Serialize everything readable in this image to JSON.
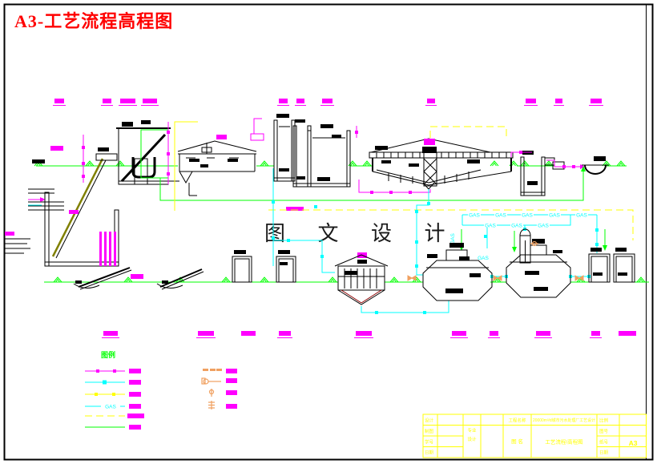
{
  "header": {
    "title": "A3-工艺流程高程图",
    "title_color": "#FF0000"
  },
  "watermark": {
    "text": "图 文 设 计"
  },
  "labels": {
    "gas": "GAS"
  },
  "legend": {
    "title": "图例",
    "gas_text": "GAS",
    "line_items": [
      {
        "name": "sewage-line-magenta-with-square-markers",
        "color": "#FF00FF"
      },
      {
        "name": "supernatant-line-cyan-with-square-marker",
        "color": "#00FFFF"
      },
      {
        "name": "sludge-line-yellow-with-square-markers",
        "color": "#FFFF00"
      },
      {
        "name": "biogas-line-cyan-with-GAS-text",
        "color": "#00FFFF"
      },
      {
        "name": "dashed-line-yellow",
        "color": "#FFFF00"
      },
      {
        "name": "ground-line-green",
        "color": "#00FF00"
      }
    ],
    "symbol_items": [
      {
        "name": "gate-symbol",
        "color": "#F0A060"
      },
      {
        "name": "pump-symbol",
        "color": "#F0A060"
      },
      {
        "name": "valve-symbol",
        "color": "#F0A060"
      },
      {
        "name": "fitting-symbol",
        "color": "#F0A060"
      }
    ]
  },
  "titleblock": {
    "left_labels": [
      "设计",
      "制图",
      "学号",
      "日期"
    ],
    "middle_labels": [
      "专业",
      "设计"
    ],
    "project_label": "工程名称",
    "project_value": "20000m³/d城市污水处理厂工艺设计",
    "drawing_name_label": "图  名",
    "drawing_name_value": "工艺流程/高程图",
    "right_labels": [
      "比例",
      "图号",
      "纸号",
      "日期"
    ],
    "sheet_size": "A3"
  },
  "colors": {
    "pipe_magenta": "#FF00FF",
    "pipe_cyan": "#00FFFF",
    "pipe_yellow": "#FFFF00",
    "ground_green": "#00FF00",
    "equipment_black": "#000000",
    "symbol_orange": "#F0A060",
    "titleblock_yellow": "#FFFF00",
    "frame_black": "#000000"
  }
}
